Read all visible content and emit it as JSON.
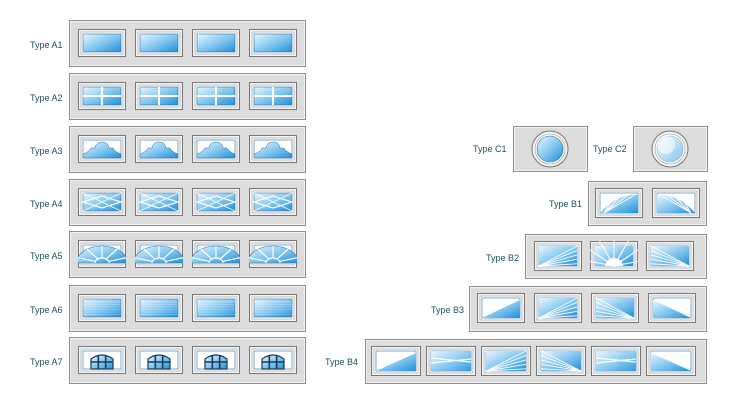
{
  "rows": [
    {
      "id": "a1",
      "label": "Type A1",
      "style": "plain",
      "count": 4
    },
    {
      "id": "a2",
      "label": "Type A2",
      "style": "grid-2x2",
      "count": 4
    },
    {
      "id": "a3",
      "label": "Type A3",
      "style": "cathedral",
      "count": 4
    },
    {
      "id": "a4",
      "label": "Type A4",
      "style": "diamond",
      "count": 4
    },
    {
      "id": "a5",
      "label": "Type A5",
      "style": "sunburst-arch",
      "count": 4
    },
    {
      "id": "a6",
      "label": "Type A6",
      "style": "lined",
      "count": 4
    },
    {
      "id": "a7",
      "label": "Type A7",
      "style": "colonial",
      "count": 4
    },
    {
      "id": "c1",
      "label": "Type C1",
      "style": "circle",
      "count": 1
    },
    {
      "id": "c2",
      "label": "Type C2",
      "style": "circle-frosted",
      "count": 1
    },
    {
      "id": "b1",
      "label": "Type B1",
      "style": "rays",
      "count": 2
    },
    {
      "id": "b2",
      "label": "Type B2",
      "style": "rays",
      "count": 3
    },
    {
      "id": "b3",
      "label": "Type B3",
      "style": "rays",
      "count": 4
    },
    {
      "id": "b4",
      "label": "Type B4",
      "style": "rays",
      "count": 6
    }
  ],
  "colors": {
    "glass_light": "#e9f6ff",
    "glass_dark": "#1f8fd6",
    "panel": "#dcdcdc",
    "border": "#8e8e8e",
    "label": "#1f4f5f"
  }
}
